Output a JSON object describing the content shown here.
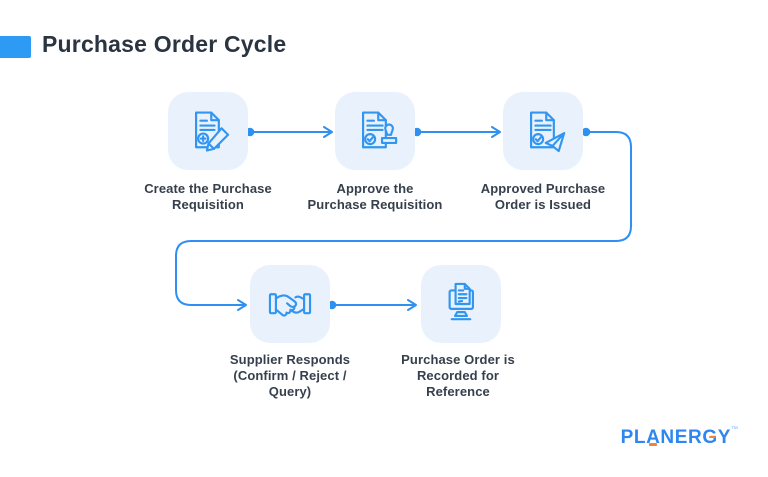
{
  "title": "Purchase Order Cycle",
  "colors": {
    "primary_blue": "#2E90F0",
    "box_background": "#E9F2FC",
    "title_text": "#2B3441",
    "label_text": "#36404C",
    "logo_blue": "#2E86F0",
    "logo_orange": "#F0823C"
  },
  "steps": [
    {
      "icon": "document-pencil-icon",
      "label_lines": [
        "Create the Purchase",
        "Requisition"
      ]
    },
    {
      "icon": "document-stamp-icon",
      "label_lines": [
        "Approve the",
        "Purchase Requisition"
      ]
    },
    {
      "icon": "document-send-icon",
      "label_lines": [
        "Approved Purchase",
        "Order is Issued"
      ]
    },
    {
      "icon": "handshake-icon",
      "label_lines": [
        "Supplier Responds",
        "(Confirm / Reject /",
        "Query)"
      ]
    },
    {
      "icon": "monitor-document-icon",
      "label_lines": [
        "Purchase Order is",
        "Recorded for",
        "Reference"
      ]
    }
  ],
  "logo": {
    "letters": [
      "P",
      "L",
      "A",
      "N",
      "E",
      "R",
      "G",
      "Y"
    ],
    "trademark": "™"
  }
}
